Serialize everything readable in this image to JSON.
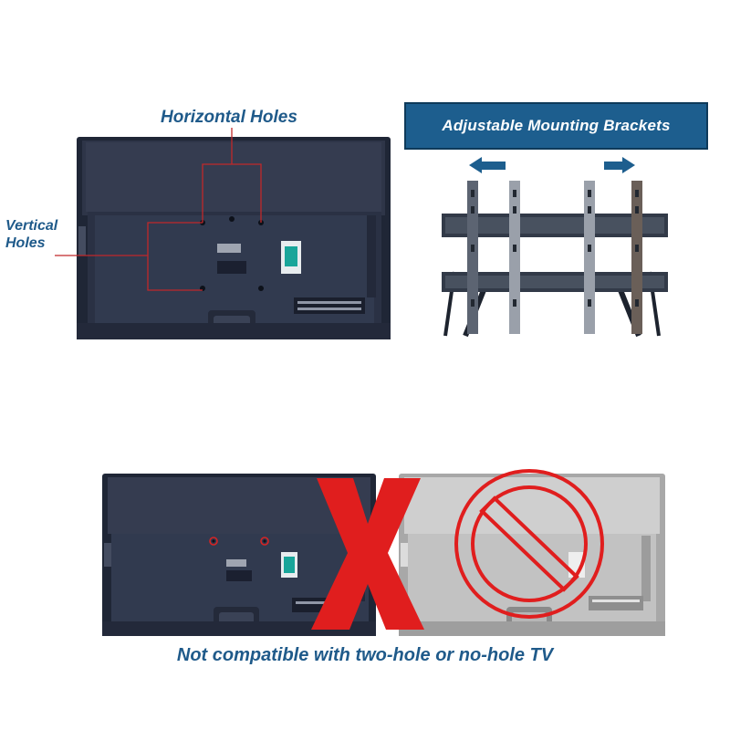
{
  "labels": {
    "horizontal_holes": "Horizontal Holes",
    "vertical_holes_line1": "Vertical",
    "vertical_holes_line2": "Holes",
    "brackets_banner": "Adjustable Mounting Brackets",
    "caption": "Not compatible with two-hole or no-hole TV"
  },
  "icons": {
    "left_arrow": "arrow-left-icon",
    "right_arrow": "arrow-right-icon",
    "cross": "red-x-icon",
    "prohibited": "prohibited-icon"
  },
  "colors": {
    "label_blue": "#1f5a8a",
    "banner_blue": "#1d5e8e",
    "tv_dark": "#2c3447",
    "tv_silver": "#bfbfbf",
    "guide_red": "#c0282a",
    "cross_red": "#e01e1e"
  }
}
